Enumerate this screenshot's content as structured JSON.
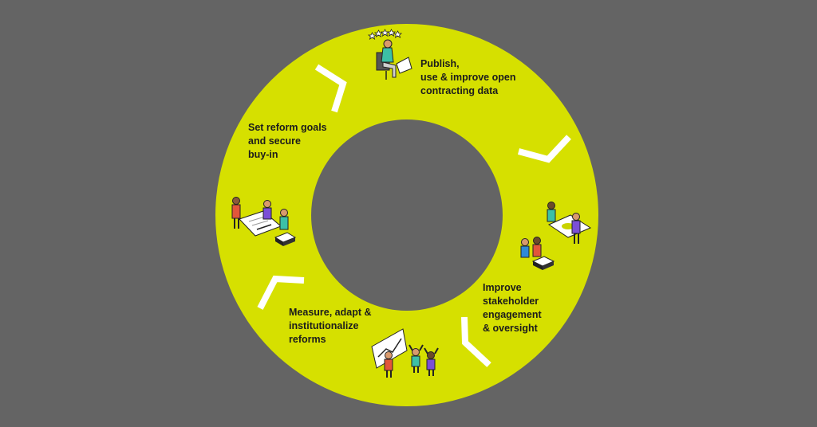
{
  "colors": {
    "background": "#646464",
    "ring": "#d6e000",
    "inner_hole": "#646464",
    "arrow": "#ffffff",
    "text": "#1c1c1c"
  },
  "diagram": {
    "type": "cycle",
    "stages": [
      {
        "id": "publish",
        "label": "Publish,\nuse & improve open\ncontracting data",
        "illustration": "person-at-laptop-with-star-rating"
      },
      {
        "id": "engage",
        "label": "Improve\nstakeholder\nengagement\n& oversight",
        "illustration": "people-reviewing-documents"
      },
      {
        "id": "measure",
        "label": "Measure, adapt &\ninstitutionalize\nreforms",
        "illustration": "people-cheering-at-chart-board"
      },
      {
        "id": "goals",
        "label": "Set reform goals\nand secure\nbuy-in",
        "illustration": "people-signing-agreement"
      }
    ],
    "arrow_direction": "clockwise"
  }
}
